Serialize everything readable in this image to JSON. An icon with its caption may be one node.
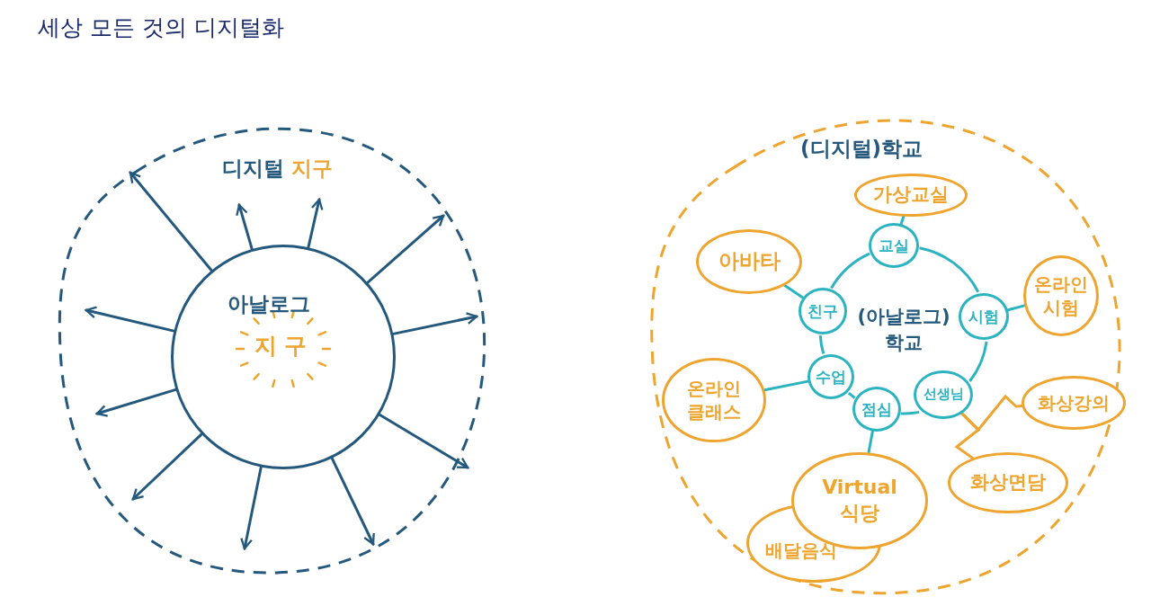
{
  "diagram": {
    "title": "세상 모든 것의 디지털화",
    "nodes": [
      {
        "text": [
          "디지털",
          "지구"
        ]
      },
      {
        "text": [
          "아날로그",
          "지구"
        ],
        "in": 0
      },
      {
        "text": [
          "(디지털)학교"
        ]
      },
      {
        "text": [
          "(아날로그) 학교"
        ],
        "in": 2
      },
      {
        "text": [
          "교실"
        ],
        "in": 2
      },
      {
        "text": [
          "시험"
        ],
        "in": 2
      },
      {
        "text": [
          "선생님"
        ],
        "in": 2
      },
      {
        "text": [
          "점심"
        ],
        "in": 2
      },
      {
        "text": [
          "수업"
        ],
        "in": 2
      },
      {
        "text": [
          "친구"
        ],
        "in": 2
      },
      {
        "text": [
          "가상교실"
        ],
        "in": 2
      },
      {
        "text": [
          "아바타"
        ],
        "in": 2
      },
      {
        "text": [
          "온라인 시험"
        ],
        "in": 2
      },
      {
        "text": [
          "온라인 클래스"
        ],
        "in": 2
      },
      {
        "text": [
          "배달음식"
        ],
        "in": 2
      },
      {
        "text": [
          "Virtual 식당"
        ],
        "in": 2
      },
      {
        "text": [
          "화상강의"
        ],
        "in": 2
      },
      {
        "text": [
          "화상면담"
        ],
        "in": 2
      }
    ],
    "edges": [
      {
        "from": 1,
        "to": null,
        "arrow": "to"
      },
      {
        "from": 1,
        "to": null,
        "arrow": "to"
      },
      {
        "from": 1,
        "to": null,
        "arrow": "to"
      },
      {
        "from": 1,
        "to": null,
        "arrow": "to"
      },
      {
        "from": 1,
        "to": null,
        "arrow": "to"
      },
      {
        "from": 1,
        "to": null,
        "arrow": "to"
      },
      {
        "from": 1,
        "to": null,
        "arrow": "to"
      },
      {
        "from": 1,
        "to": null,
        "arrow": "to"
      },
      {
        "from": 1,
        "to": null,
        "arrow": "to"
      },
      {
        "from": 1,
        "to": null,
        "arrow": "to"
      },
      {
        "from": 1,
        "to": null,
        "arrow": "to"
      },
      {
        "from": 4,
        "to": 10,
        "arrow": "none",
        "color": "#2bb3c0"
      },
      {
        "from": 9,
        "to": 11,
        "arrow": "none",
        "color": "#2bb3c0"
      },
      {
        "from": 5,
        "to": 12,
        "arrow": "none",
        "color": "#2bb3c0"
      },
      {
        "from": 8,
        "to": 13,
        "arrow": "none",
        "color": "#2bb3c0"
      },
      {
        "from": 7,
        "to": 15,
        "arrow": "none",
        "color": "#2bb3c0"
      },
      {
        "from": 6,
        "to": 16,
        "arrow": "none",
        "color": "#eda530"
      },
      {
        "from": 6,
        "to": 17,
        "arrow": "none",
        "color": "#eda530"
      }
    ]
  }
}
